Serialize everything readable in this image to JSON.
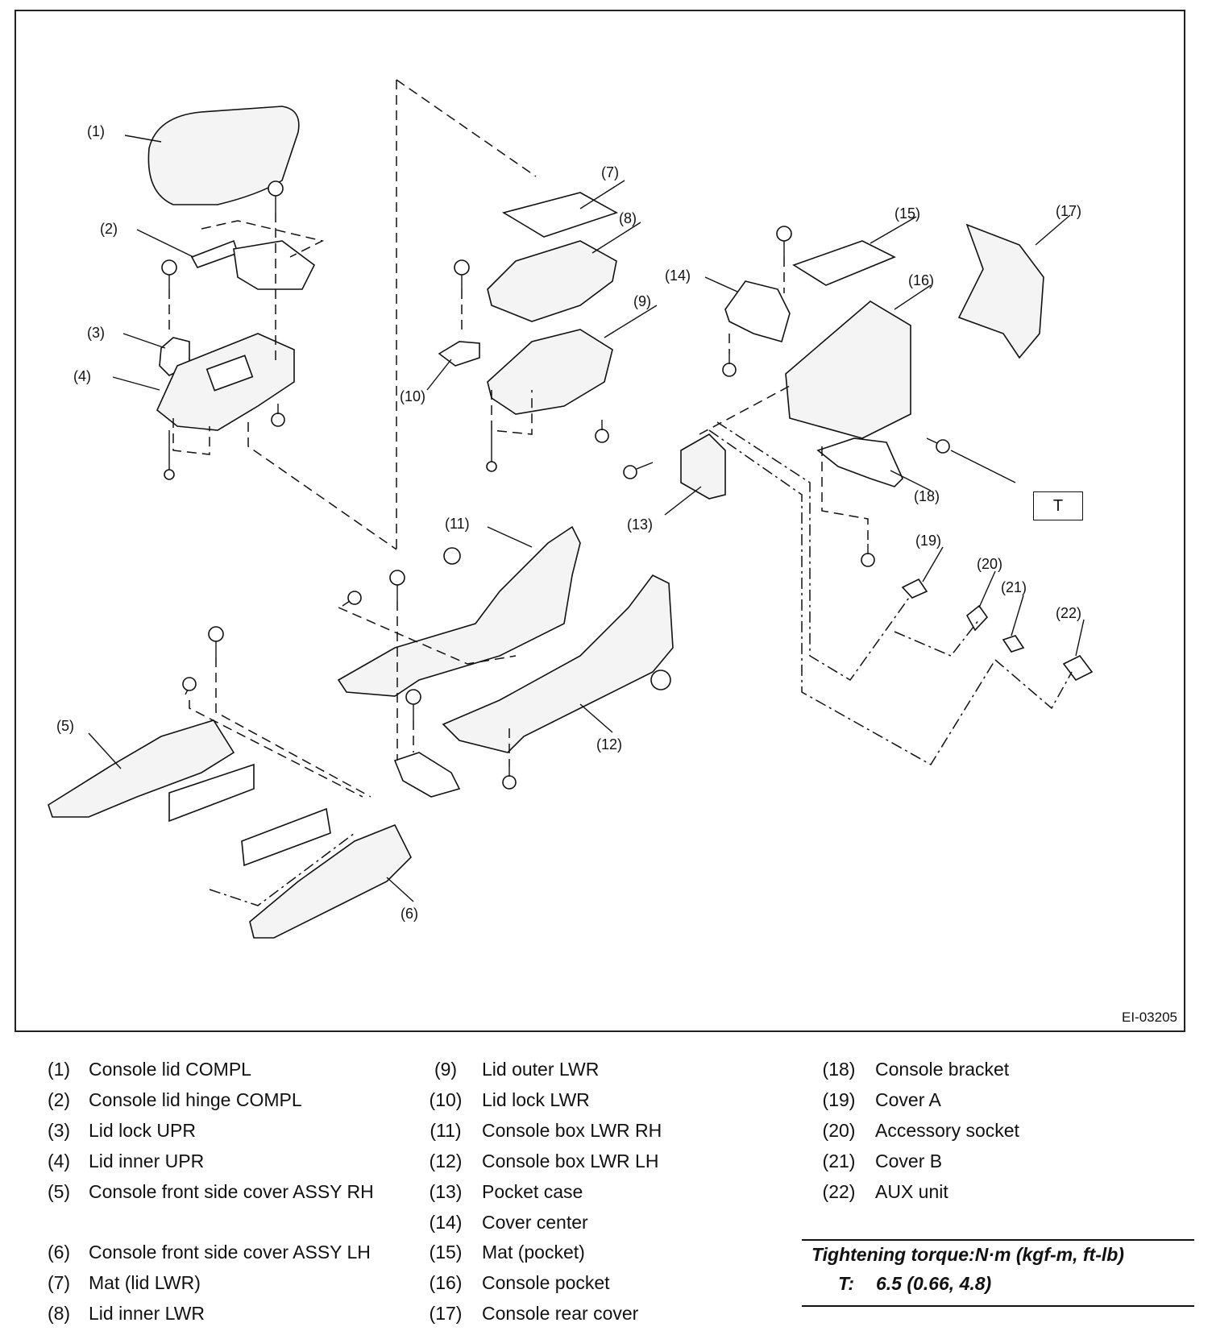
{
  "figure": {
    "code": "EI-03205",
    "callouts": [
      "(1)",
      "(2)",
      "(3)",
      "(4)",
      "(5)",
      "(6)",
      "(7)",
      "(8)",
      "(9)",
      "(10)",
      "(11)",
      "(12)",
      "(13)",
      "(14)",
      "(15)",
      "(16)",
      "(17)",
      "(18)",
      "(19)",
      "(20)",
      "(21)",
      "(22)"
    ],
    "torque_marker": "T"
  },
  "legend": {
    "col1": [
      {
        "num": "(1)",
        "name": "Console lid COMPL"
      },
      {
        "num": "(2)",
        "name": "Console lid hinge COMPL"
      },
      {
        "num": "(3)",
        "name": "Lid lock UPR"
      },
      {
        "num": "(4)",
        "name": "Lid inner UPR"
      },
      {
        "num": "(5)",
        "name": "Console front side cover ASSY RH"
      },
      {
        "num": "(6)",
        "name": "Console front side cover ASSY LH"
      },
      {
        "num": "(7)",
        "name": "Mat (lid LWR)"
      },
      {
        "num": "(8)",
        "name": "Lid inner LWR"
      }
    ],
    "col2": [
      {
        "num": "(9)",
        "name": "Lid outer LWR"
      },
      {
        "num": "(10)",
        "name": "Lid lock LWR"
      },
      {
        "num": "(11)",
        "name": "Console box LWR RH"
      },
      {
        "num": "(12)",
        "name": "Console box LWR LH"
      },
      {
        "num": "(13)",
        "name": "Pocket case"
      },
      {
        "num": "(14)",
        "name": "Cover center"
      },
      {
        "num": "(15)",
        "name": "Mat (pocket)"
      },
      {
        "num": "(16)",
        "name": "Console pocket"
      },
      {
        "num": "(17)",
        "name": "Console rear cover"
      }
    ],
    "col3": [
      {
        "num": "(18)",
        "name": "Console bracket"
      },
      {
        "num": "(19)",
        "name": "Cover A"
      },
      {
        "num": "(20)",
        "name": "Accessory socket"
      },
      {
        "num": "(21)",
        "name": "Cover B"
      },
      {
        "num": "(22)",
        "name": "AUX unit"
      }
    ]
  },
  "torque": {
    "title": "Tightening torque:N·m (kgf-m, ft-lb)",
    "key": "T:",
    "value": "6.5 (0.66, 4.8)"
  }
}
